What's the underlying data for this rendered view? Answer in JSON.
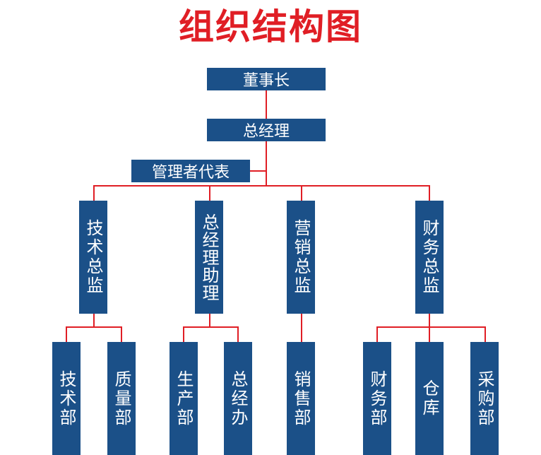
{
  "title": "组织结构图",
  "colors": {
    "title": "#e01e25",
    "node_fill": "#1b5088",
    "node_text": "#ffffff",
    "connector": "#e01e25"
  },
  "top": {
    "chairman": "董事长",
    "general_manager": "总经理",
    "management_representative": "管理者代表"
  },
  "directors": {
    "technical": "技术总监",
    "gm_assistant": "总经理助理",
    "marketing": "营销总监",
    "finance": "财务总监"
  },
  "departments": {
    "tech_dept": "技术部",
    "quality_dept": "质量部",
    "production_dept": "生产部",
    "general_office": "总经办",
    "sales_dept": "销售部",
    "finance_dept": "财务部",
    "warehouse": "仓库",
    "purchasing_dept": "采购部"
  }
}
